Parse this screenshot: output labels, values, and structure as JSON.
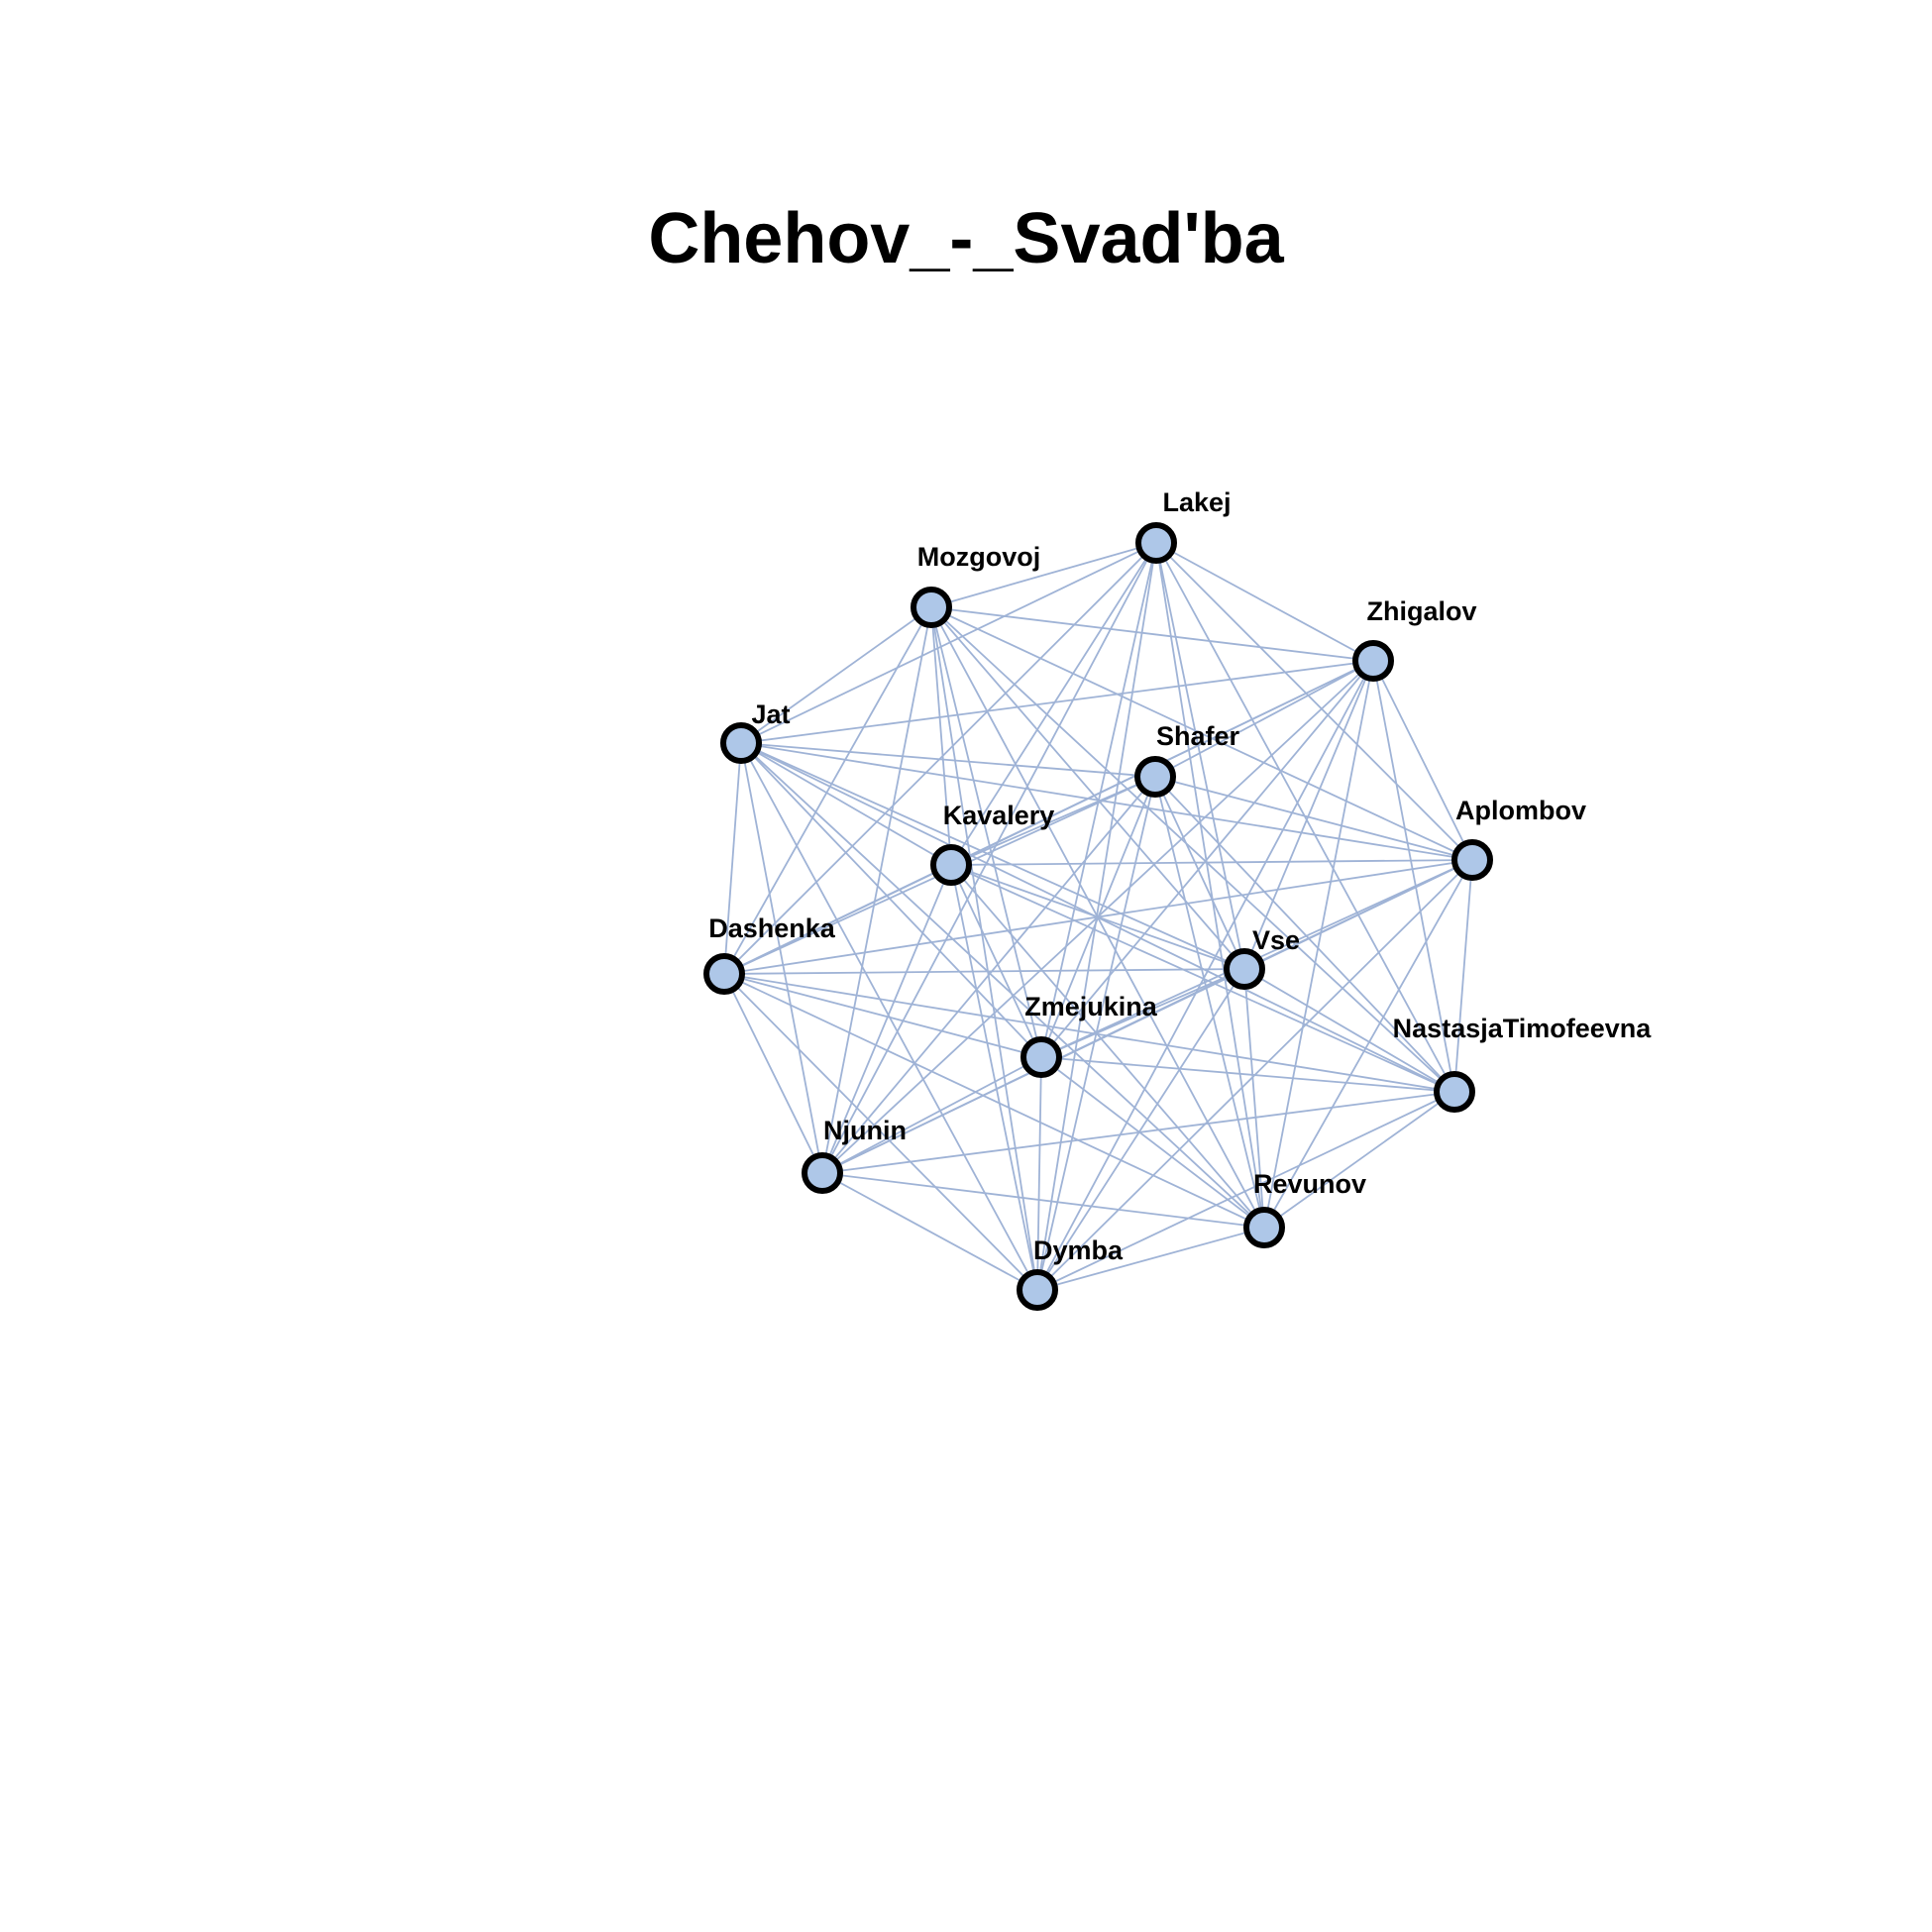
{
  "title": "Chehov_-_Svad'ba",
  "colors": {
    "node_fill": "#aec7e8",
    "node_stroke": "#000000",
    "edge": "#9fb3d6",
    "background": "#ffffff"
  },
  "nodes": [
    {
      "id": "Lakej",
      "label": "Lakej"
    },
    {
      "id": "Mozgovoj",
      "label": "Mozgovoj"
    },
    {
      "id": "Zhigalov",
      "label": "Zhigalov"
    },
    {
      "id": "Jat",
      "label": "Jat"
    },
    {
      "id": "Shafer",
      "label": "Shafer"
    },
    {
      "id": "Kavalery",
      "label": "Kavalery"
    },
    {
      "id": "Aplombov",
      "label": "Aplombov"
    },
    {
      "id": "Dashenka",
      "label": "Dashenka"
    },
    {
      "id": "Vse",
      "label": "Vse"
    },
    {
      "id": "Zmejukina",
      "label": "Zmejukina"
    },
    {
      "id": "NastasjaTimofeevna",
      "label": "NastasjaTimofeevna"
    },
    {
      "id": "Njunin",
      "label": "Njunin"
    },
    {
      "id": "Revunov",
      "label": "Revunov"
    },
    {
      "id": "Dymba",
      "label": "Dymba"
    }
  ],
  "edges": [
    [
      "Lakej",
      "Mozgovoj"
    ],
    [
      "Lakej",
      "Zhigalov"
    ],
    [
      "Lakej",
      "Jat"
    ],
    [
      "Lakej",
      "Kavalery"
    ],
    [
      "Lakej",
      "Aplombov"
    ],
    [
      "Lakej",
      "Dashenka"
    ],
    [
      "Lakej",
      "Vse"
    ],
    [
      "Lakej",
      "Zmejukina"
    ],
    [
      "Lakej",
      "NastasjaTimofeevna"
    ],
    [
      "Lakej",
      "Njunin"
    ],
    [
      "Lakej",
      "Revunov"
    ],
    [
      "Lakej",
      "Dymba"
    ],
    [
      "Mozgovoj",
      "Zhigalov"
    ],
    [
      "Mozgovoj",
      "Jat"
    ],
    [
      "Mozgovoj",
      "Kavalery"
    ],
    [
      "Mozgovoj",
      "Aplombov"
    ],
    [
      "Mozgovoj",
      "Dashenka"
    ],
    [
      "Mozgovoj",
      "Vse"
    ],
    [
      "Mozgovoj",
      "Zmejukina"
    ],
    [
      "Mozgovoj",
      "NastasjaTimofeevna"
    ],
    [
      "Mozgovoj",
      "Njunin"
    ],
    [
      "Mozgovoj",
      "Revunov"
    ],
    [
      "Mozgovoj",
      "Dymba"
    ],
    [
      "Zhigalov",
      "Jat"
    ],
    [
      "Zhigalov",
      "Shafer"
    ],
    [
      "Zhigalov",
      "Kavalery"
    ],
    [
      "Zhigalov",
      "Aplombov"
    ],
    [
      "Zhigalov",
      "Dashenka"
    ],
    [
      "Zhigalov",
      "Vse"
    ],
    [
      "Zhigalov",
      "Zmejukina"
    ],
    [
      "Zhigalov",
      "NastasjaTimofeevna"
    ],
    [
      "Zhigalov",
      "Njunin"
    ],
    [
      "Zhigalov",
      "Revunov"
    ],
    [
      "Zhigalov",
      "Dymba"
    ],
    [
      "Jat",
      "Shafer"
    ],
    [
      "Jat",
      "Kavalery"
    ],
    [
      "Jat",
      "Aplombov"
    ],
    [
      "Jat",
      "Dashenka"
    ],
    [
      "Jat",
      "Vse"
    ],
    [
      "Jat",
      "Zmejukina"
    ],
    [
      "Jat",
      "NastasjaTimofeevna"
    ],
    [
      "Jat",
      "Njunin"
    ],
    [
      "Jat",
      "Revunov"
    ],
    [
      "Jat",
      "Dymba"
    ],
    [
      "Shafer",
      "Kavalery"
    ],
    [
      "Shafer",
      "Aplombov"
    ],
    [
      "Shafer",
      "Dashenka"
    ],
    [
      "Shafer",
      "Vse"
    ],
    [
      "Shafer",
      "Zmejukina"
    ],
    [
      "Shafer",
      "NastasjaTimofeevna"
    ],
    [
      "Shafer",
      "Njunin"
    ],
    [
      "Shafer",
      "Revunov"
    ],
    [
      "Shafer",
      "Dymba"
    ],
    [
      "Kavalery",
      "Aplombov"
    ],
    [
      "Kavalery",
      "Dashenka"
    ],
    [
      "Kavalery",
      "Vse"
    ],
    [
      "Kavalery",
      "Zmejukina"
    ],
    [
      "Kavalery",
      "NastasjaTimofeevna"
    ],
    [
      "Kavalery",
      "Njunin"
    ],
    [
      "Kavalery",
      "Revunov"
    ],
    [
      "Kavalery",
      "Dymba"
    ],
    [
      "Aplombov",
      "Dashenka"
    ],
    [
      "Aplombov",
      "Vse"
    ],
    [
      "Aplombov",
      "Zmejukina"
    ],
    [
      "Aplombov",
      "NastasjaTimofeevna"
    ],
    [
      "Aplombov",
      "Njunin"
    ],
    [
      "Aplombov",
      "Revunov"
    ],
    [
      "Aplombov",
      "Dymba"
    ],
    [
      "Dashenka",
      "Vse"
    ],
    [
      "Dashenka",
      "Zmejukina"
    ],
    [
      "Dashenka",
      "NastasjaTimofeevna"
    ],
    [
      "Dashenka",
      "Njunin"
    ],
    [
      "Dashenka",
      "Revunov"
    ],
    [
      "Dashenka",
      "Dymba"
    ],
    [
      "Vse",
      "Zmejukina"
    ],
    [
      "Vse",
      "NastasjaTimofeevna"
    ],
    [
      "Vse",
      "Njunin"
    ],
    [
      "Vse",
      "Revunov"
    ],
    [
      "Vse",
      "Dymba"
    ],
    [
      "Zmejukina",
      "NastasjaTimofeevna"
    ],
    [
      "Zmejukina",
      "Njunin"
    ],
    [
      "Zmejukina",
      "Revunov"
    ],
    [
      "Zmejukina",
      "Dymba"
    ],
    [
      "NastasjaTimofeevna",
      "Njunin"
    ],
    [
      "NastasjaTimofeevna",
      "Revunov"
    ],
    [
      "NastasjaTimofeevna",
      "Dymba"
    ],
    [
      "Njunin",
      "Revunov"
    ],
    [
      "Njunin",
      "Dymba"
    ],
    [
      "Revunov",
      "Dymba"
    ]
  ]
}
